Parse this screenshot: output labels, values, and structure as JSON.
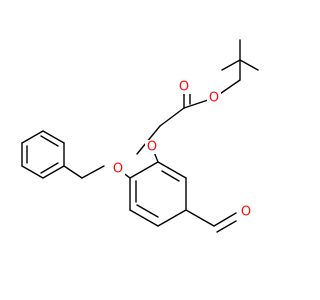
{
  "colors": {
    "bond": "#000000",
    "oxygen": "#ff0d0d",
    "background": "#ffffff"
  },
  "atoms": {
    "ester_carbonyl_o": "O",
    "ester_ether_o": "O",
    "aryl_ether_o": "O",
    "benzyl_ether_o": "O",
    "aldehyde_o": "O"
  }
}
